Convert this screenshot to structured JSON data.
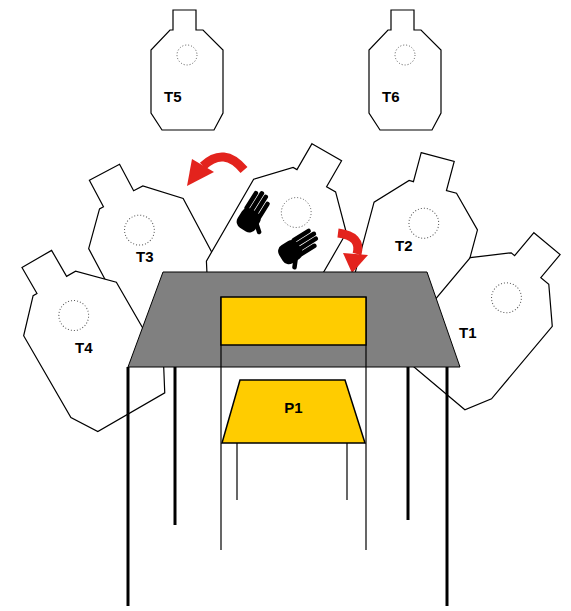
{
  "diagram": {
    "nodes": [
      {
        "text": [
          "T5"
        ]
      },
      {
        "text": [
          "T6"
        ]
      },
      {
        "text": [
          "T3"
        ]
      },
      {
        "text": [
          "T2"
        ]
      },
      {
        "text": [
          "T1"
        ]
      },
      {
        "text": [
          "T4"
        ]
      },
      {
        "text": [
          "P1"
        ]
      }
    ]
  }
}
